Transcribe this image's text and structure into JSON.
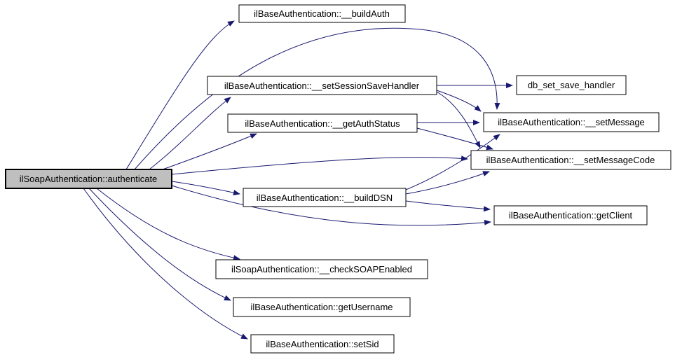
{
  "diagram": {
    "type": "call-graph",
    "edge_color": "#191970",
    "node_border_color": "#000000",
    "node_fill_color": "#ffffff",
    "current_node_fill_color": "#bfbfbf",
    "background_color": "#ffffff"
  },
  "nodes": [
    {
      "id": "authenticate",
      "label": "ilSoapAuthentication::authenticate",
      "current": true
    },
    {
      "id": "buildAuth",
      "label": "ilBaseAuthentication::__buildAuth",
      "current": false
    },
    {
      "id": "setSessionSaveHandler",
      "label": "ilBaseAuthentication::__setSessionSaveHandler",
      "current": false
    },
    {
      "id": "getAuthStatus",
      "label": "ilBaseAuthentication::__getAuthStatus",
      "current": false
    },
    {
      "id": "buildDSN",
      "label": "ilBaseAuthentication::__buildDSN",
      "current": false
    },
    {
      "id": "checkSOAPEnabled",
      "label": "ilSoapAuthentication::__checkSOAPEnabled",
      "current": false
    },
    {
      "id": "getUsername",
      "label": "ilBaseAuthentication::getUsername",
      "current": false
    },
    {
      "id": "setSid",
      "label": "ilBaseAuthentication::setSid",
      "current": false
    },
    {
      "id": "db_set_save_handler",
      "label": "db_set_save_handler",
      "current": false
    },
    {
      "id": "setMessage",
      "label": "ilBaseAuthentication::__setMessage",
      "current": false
    },
    {
      "id": "setMessageCode",
      "label": "ilBaseAuthentication::__setMessageCode",
      "current": false
    },
    {
      "id": "getClient",
      "label": "ilBaseAuthentication::getClient",
      "current": false
    }
  ],
  "edges": [
    {
      "from": "authenticate",
      "to": "buildAuth"
    },
    {
      "from": "authenticate",
      "to": "setMessage"
    },
    {
      "from": "authenticate",
      "to": "setSessionSaveHandler"
    },
    {
      "from": "authenticate",
      "to": "getAuthStatus"
    },
    {
      "from": "authenticate",
      "to": "setMessageCode"
    },
    {
      "from": "authenticate",
      "to": "buildDSN"
    },
    {
      "from": "authenticate",
      "to": "getClient"
    },
    {
      "from": "authenticate",
      "to": "checkSOAPEnabled"
    },
    {
      "from": "authenticate",
      "to": "getUsername"
    },
    {
      "from": "authenticate",
      "to": "setSid"
    },
    {
      "from": "setSessionSaveHandler",
      "to": "db_set_save_handler"
    },
    {
      "from": "setSessionSaveHandler",
      "to": "setMessage"
    },
    {
      "from": "setSessionSaveHandler",
      "to": "setMessageCode"
    },
    {
      "from": "getAuthStatus",
      "to": "setMessage"
    },
    {
      "from": "getAuthStatus",
      "to": "setMessageCode"
    },
    {
      "from": "buildDSN",
      "to": "setMessage"
    },
    {
      "from": "buildDSN",
      "to": "setMessageCode"
    },
    {
      "from": "buildDSN",
      "to": "getClient"
    }
  ]
}
